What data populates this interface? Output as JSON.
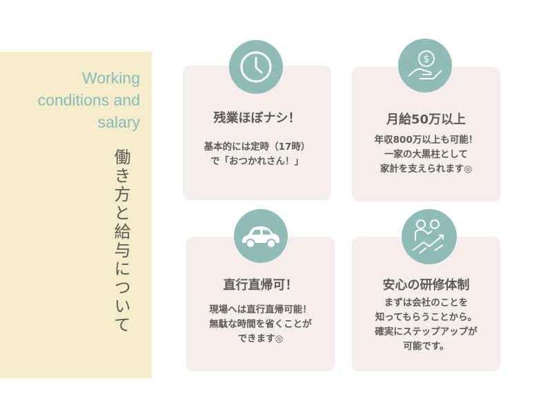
{
  "side": {
    "title_en": "Working conditions and salary",
    "title_jp": "働き方と給与について"
  },
  "cards": [
    {
      "title": "残業ほぼナシ！",
      "lines": [
        "基本的には定時（17時）",
        "で「おつかれさん！」"
      ]
    },
    {
      "title": "月給50万以上",
      "lines": [
        "年収800万以上も可能！",
        "一家の大黒柱として",
        "家計を支えられます◎"
      ]
    },
    {
      "title": "直行直帰可！",
      "lines": [
        "現場へは直行直帰可能！",
        "無駄な時間を省くことが",
        "できます◎"
      ]
    },
    {
      "title": "安心の研修体制",
      "lines": [
        "まずは会社のことを",
        "知ってもらうことから。",
        "確実にステップアップが",
        "可能です。"
      ]
    }
  ]
}
